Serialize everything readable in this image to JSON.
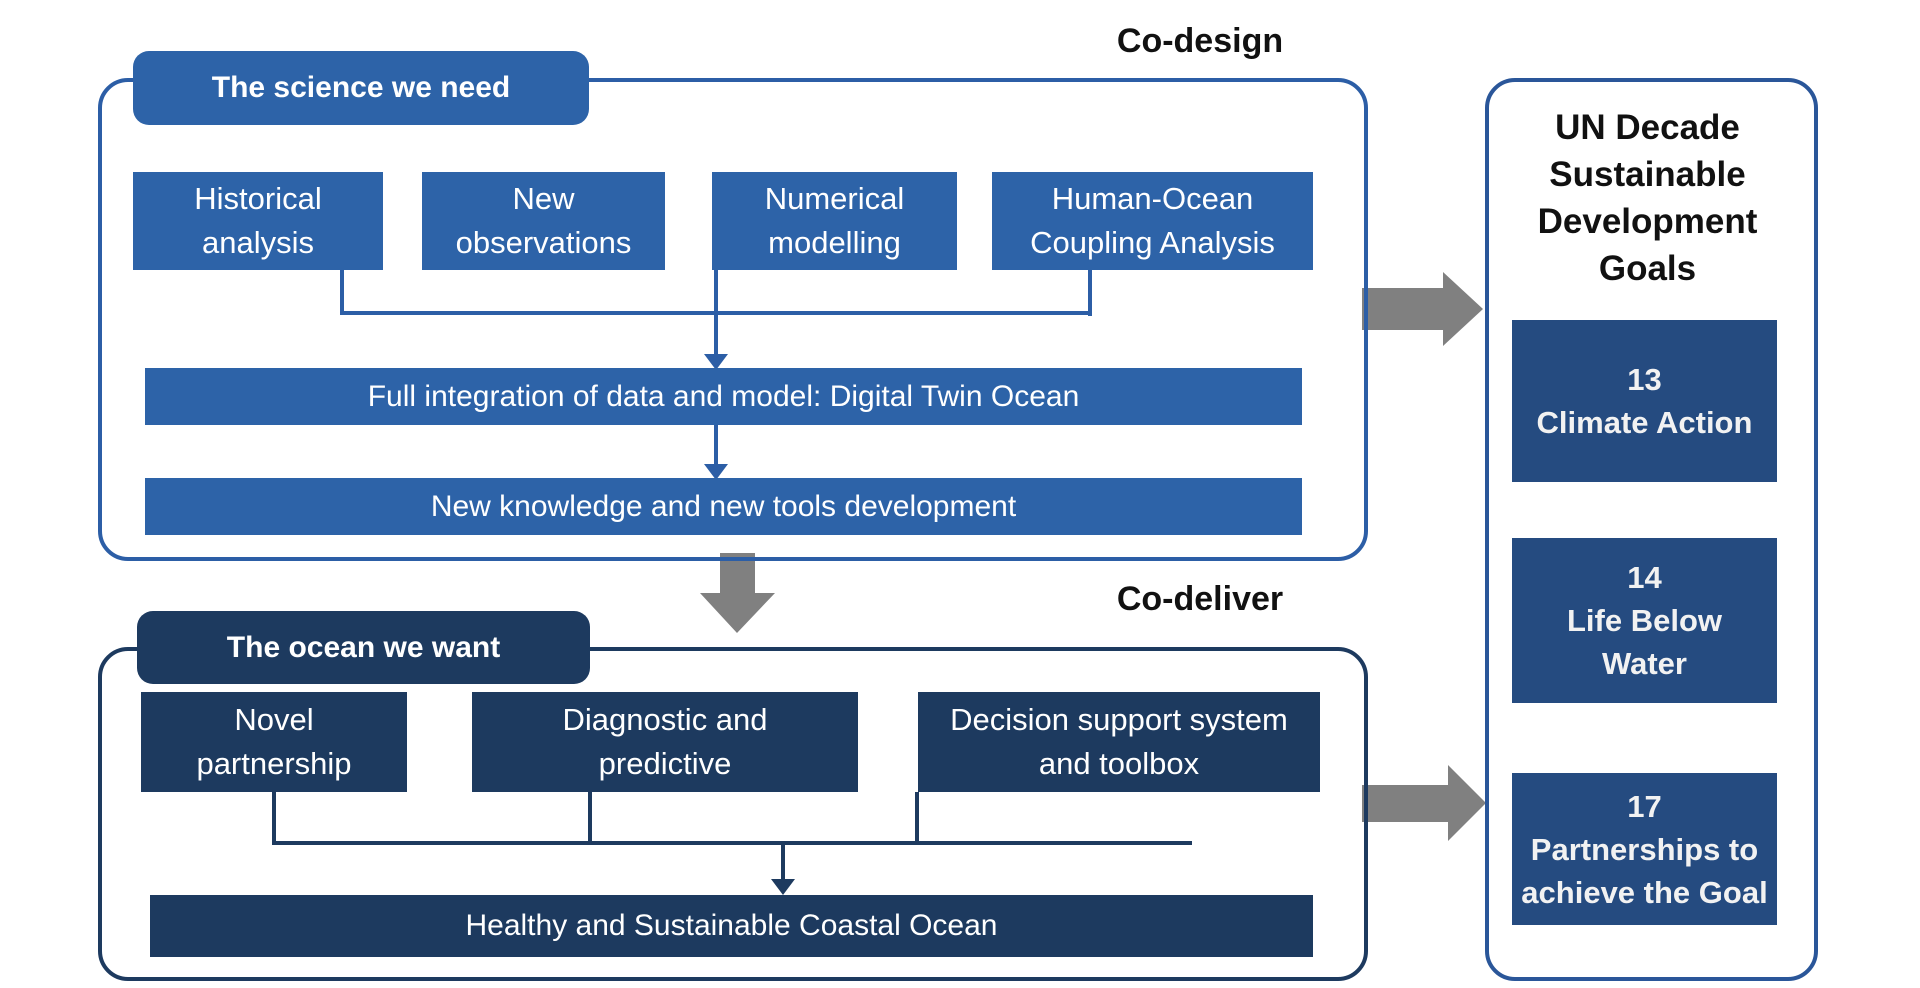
{
  "colors": {
    "medium_blue": "#2d63a8",
    "navy": "#1d3a5f",
    "sdg_blue": "#254b80",
    "top_border": "#2c5ea6",
    "panel_border": "#2a5699",
    "arrow_gray": "#808080",
    "label_black": "#111111",
    "box_text_white": "#ffffff"
  },
  "codesign": {
    "label": "Co-design",
    "title": "The science we need",
    "boxes": [
      "Historical analysis",
      "New observations",
      "Numerical modelling",
      "Human-Ocean Coupling Analysis"
    ],
    "integration": "Full integration of data and model: Digital Twin Ocean",
    "knowledge": "New knowledge and new tools development"
  },
  "codeliver": {
    "label": "Co-deliver",
    "title": "The ocean we want",
    "boxes": [
      "Novel partnership",
      "Diagnostic and predictive",
      "Decision support system and toolbox"
    ],
    "outcome": "Healthy and Sustainable Coastal Ocean"
  },
  "sdg_panel": {
    "title": "UN Decade Sustainable Development Goals",
    "goals": [
      {
        "number": "13",
        "label": "Climate Action"
      },
      {
        "number": "14",
        "label": "Life Below Water"
      },
      {
        "number": "17",
        "label": "Partnerships to achieve the Goal"
      }
    ]
  }
}
